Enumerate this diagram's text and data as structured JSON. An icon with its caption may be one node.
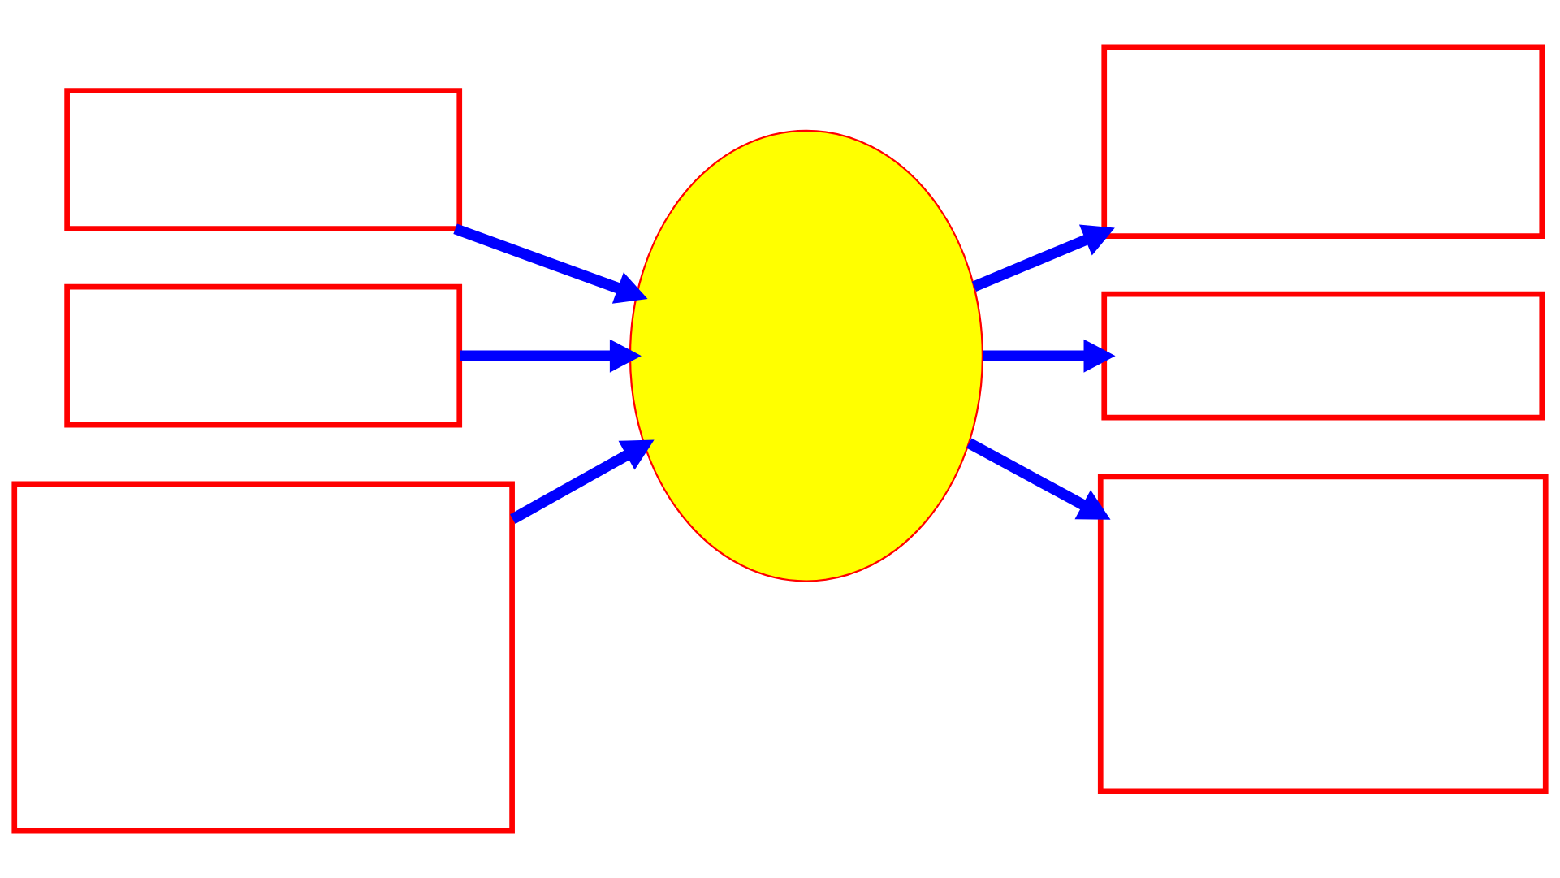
{
  "diagram": {
    "nodes": [
      {
        "text": [],
        "shape": "box"
      },
      {
        "text": [],
        "shape": "box"
      },
      {
        "text": [],
        "shape": "box"
      },
      {
        "text": [],
        "shape": "ellipse"
      },
      {
        "text": [],
        "shape": "box"
      },
      {
        "text": [],
        "shape": "box"
      },
      {
        "text": [],
        "shape": "box"
      }
    ],
    "edges": [
      {
        "from": 0,
        "to": 3,
        "arrow": "to"
      },
      {
        "from": 1,
        "to": 3,
        "arrow": "to"
      },
      {
        "from": 2,
        "to": 3,
        "arrow": "to"
      },
      {
        "from": 3,
        "to": 4,
        "arrow": "to"
      },
      {
        "from": 3,
        "to": 5,
        "arrow": "to"
      },
      {
        "from": 3,
        "to": 6,
        "arrow": "to"
      }
    ]
  }
}
